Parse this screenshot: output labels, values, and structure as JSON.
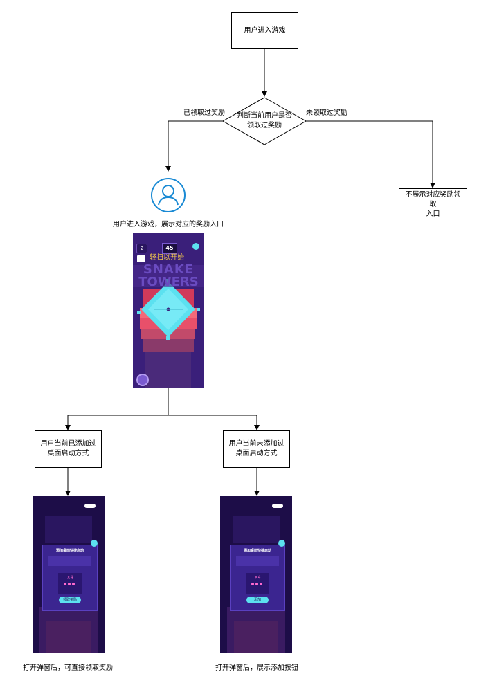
{
  "nodes": {
    "enter_game": "用户进入游戏",
    "decision": "判断当前用户是否\n领取过奖励",
    "no_show": "不展示对应奖励领取\n入口",
    "added_shortcut": "用户当前已添加过\n桌面启动方式",
    "not_added_shortcut": "用户当前未添加过\n桌面启动方式"
  },
  "edges": {
    "claimed": "已领取过奖励",
    "not_claimed": "未领取过奖励"
  },
  "captions": {
    "user_entry": "用户进入游戏，展示对应的奖励入口",
    "popup_claim": "打开弹窗后，可直接领取奖励",
    "popup_add": "打开弹窗后，展示添加按钮"
  },
  "game_screen": {
    "stars": "45",
    "hint": "轻扫以开始",
    "title_line1": "SNAKE",
    "title_line2": "TOWERS",
    "gem_count": "2"
  },
  "popup_left": {
    "title": "添加桌面快捷启动",
    "reward": "×4",
    "button": "领取奖励"
  },
  "popup_right": {
    "title": "添加桌面快捷启动",
    "reward": "×4",
    "button": "添加"
  },
  "icons": {
    "user": "user-avatar-icon",
    "close": "close-icon"
  },
  "colors": {
    "game_bg": "#3a1f7a",
    "cyan": "#5ce1f0",
    "popup_bg": "#24104f",
    "accent": "#3a8fdc"
  }
}
